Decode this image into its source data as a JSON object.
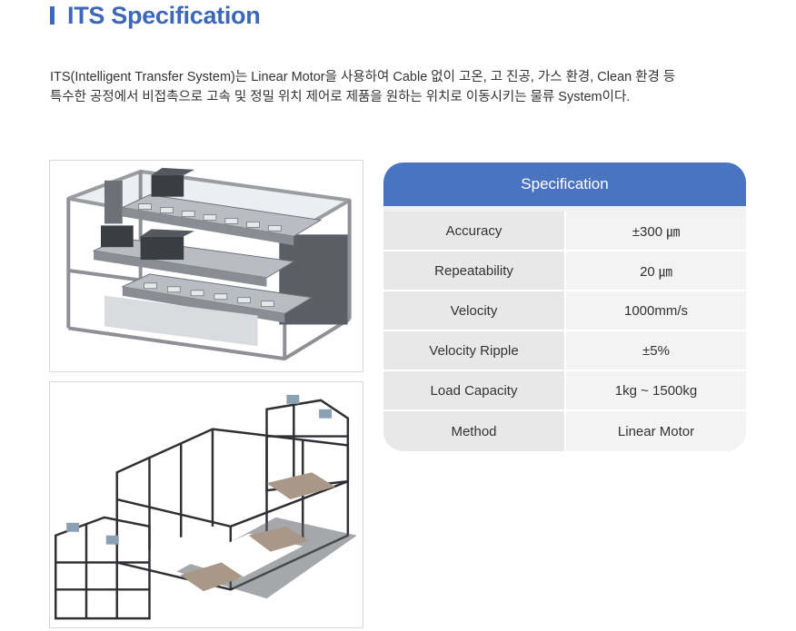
{
  "header": {
    "title": "ITS Specification"
  },
  "description": {
    "line1": "ITS(Intelligent Transfer System)는 Linear Motor을 사용하여 Cable 없이 고온, 고 진공, 가스 환경, Clean 환경 등",
    "line2": "특수한 공정에서 비접촉으로 고속 및 정밀 위치 제어로 제품을 원하는 위치로 이동시키는 물류 System이다."
  },
  "spec": {
    "heading": "Specification",
    "rows": [
      {
        "label": "Accuracy",
        "value": "±300 ㎛"
      },
      {
        "label": "Repeatability",
        "value": "20 ㎛"
      },
      {
        "label": "Velocity",
        "value": "1000mm/s"
      },
      {
        "label": "Velocity Ripple",
        "value": "±5%"
      },
      {
        "label": "Load Capacity",
        "value": "1kg ~ 1500kg"
      },
      {
        "label": "Method",
        "value": "Linear Motor"
      }
    ]
  },
  "colors": {
    "accent": "#3d67b8",
    "header_bg": "#4a74c0"
  }
}
